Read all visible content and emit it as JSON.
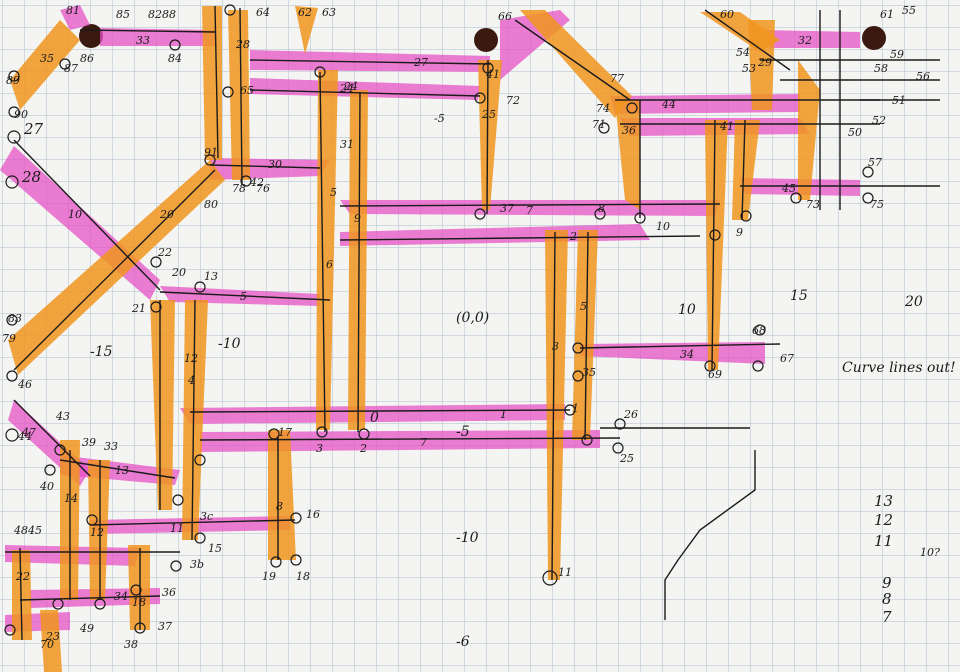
{
  "colors": {
    "paper": "#f4f5f2",
    "grid": "#9fb1c8",
    "ink": "#1b1b1b",
    "orange": "#f0951e",
    "pink": "#e552c4",
    "hole": "#3a1a10"
  },
  "axes": {
    "origin": "(0,0)",
    "x_ticks": [
      "-15",
      "-10",
      "10",
      "15",
      "20"
    ],
    "y_ticks": [
      "-5",
      "-5",
      "-10",
      "-6"
    ]
  },
  "note": "Curve lines out!",
  "side_numbers": [
    "13",
    "12",
    "11",
    "10?",
    "9",
    "8",
    "7"
  ],
  "pink_labels": [
    "33",
    "24",
    "27",
    "30",
    "37",
    "2",
    "10",
    "5",
    "1",
    "7",
    "0",
    "13",
    "11",
    "44",
    "41",
    "45",
    "32",
    "34"
  ],
  "orange_labels": [
    "35",
    "28",
    "25",
    "20",
    "36",
    "29",
    "3",
    "5",
    "4",
    "6",
    "8",
    "9",
    "14",
    "12",
    "18",
    "22",
    "23"
  ],
  "node_labels": [
    "81",
    "82",
    "83",
    "84",
    "85",
    "86",
    "87",
    "88",
    "89",
    "90",
    "91",
    "72",
    "27",
    "28",
    "46",
    "47",
    "79",
    "80",
    "78",
    "76",
    "77",
    "71",
    "74",
    "73",
    "75",
    "1",
    "2",
    "3",
    "5",
    "7",
    "8",
    "9",
    "10",
    "11",
    "12",
    "13",
    "15",
    "16",
    "17",
    "18",
    "19",
    "20",
    "21",
    "22",
    "24",
    "25",
    "26",
    "31",
    "33",
    "34",
    "35",
    "36",
    "37",
    "38",
    "39",
    "40",
    "41",
    "42",
    "43",
    "44",
    "45",
    "48",
    "49",
    "50",
    "51",
    "52",
    "53",
    "54",
    "55",
    "56",
    "57",
    "58",
    "59",
    "60",
    "61",
    "62",
    "63",
    "64",
    "65",
    "66",
    "67",
    "68",
    "69",
    "70",
    "3b",
    "3c"
  ]
}
